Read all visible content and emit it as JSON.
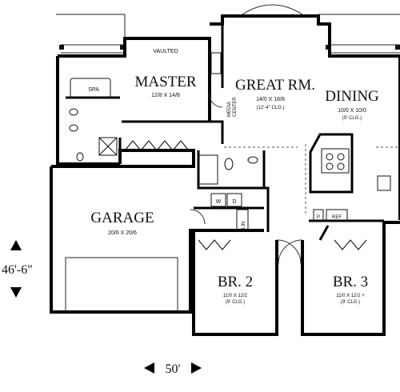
{
  "rooms": {
    "master": {
      "note": "VAULTED",
      "name": "MASTER",
      "size": "12/8 X 14/8"
    },
    "spa": {
      "name": "SPA"
    },
    "great_room": {
      "name": "GREAT RM.",
      "size": "14/0 X 18/8",
      "ceiling": "(12'-4\" CLG.)"
    },
    "media": {
      "line1": "MEDIA",
      "line2": "CENTER"
    },
    "dining": {
      "name": "DINING",
      "size": "10/0 X 10/0",
      "ceiling": "(9' CLG.)"
    },
    "garage": {
      "name": "GARAGE",
      "size": "20/6 X 20/6"
    },
    "washer": {
      "label": "W"
    },
    "dryer": {
      "label": "D"
    },
    "linen": {
      "label": "LIN"
    },
    "pantry": {
      "label": "P"
    },
    "ref": {
      "label": "REF"
    },
    "br2": {
      "name": "BR. 2",
      "size": "11/0 X 12/2",
      "ceiling": "(9' CLG.)"
    },
    "br3": {
      "name": "BR. 3",
      "size": "11/0 X 12/2 +",
      "ceiling": "(9' CLG.)"
    }
  },
  "dimensions": {
    "depth": "46'-6\"",
    "width": "50'"
  }
}
